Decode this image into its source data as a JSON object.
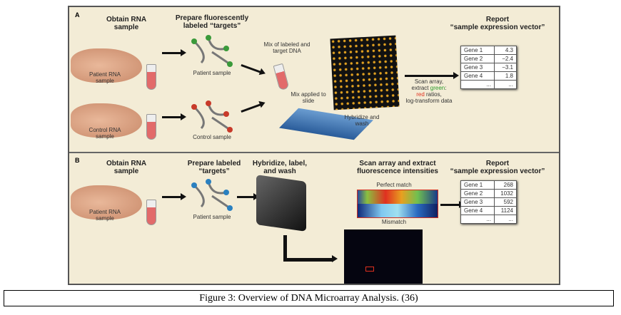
{
  "panel_a": {
    "label": "A",
    "obtain": "Obtain RNA sample",
    "prepare": "Prepare fluorescently labeled “targets”",
    "patient_rna": "Patient RNA sample",
    "control_rna": "Control RNA sample",
    "patient_sample": "Patient sample",
    "control_sample": "Control sample",
    "mix": "Mix of labeled and target DNA",
    "mix_applied": "Mix applied to slide",
    "hybridize": "Hybridize and wash",
    "scan_1": "Scan array,",
    "scan_2": "extract",
    "scan_green": "green",
    "scan_colon": ":",
    "scan_red": "red",
    "scan_3": "ratios,",
    "scan_4": "log-transform data",
    "report": "Report",
    "report_sub": "“sample expression vector”",
    "table": [
      [
        "Gene 1",
        "4.3"
      ],
      [
        "Gene 2",
        "−2.4"
      ],
      [
        "Gene 3",
        "−3.1"
      ],
      [
        "Gene 4",
        "1.8"
      ],
      [
        "...",
        "..."
      ]
    ]
  },
  "panel_b": {
    "label": "B",
    "obtain": "Obtain RNA sample",
    "prepare": "Prepare labeled “targets”",
    "hybridize": "Hybridize, label, and wash",
    "scan": "Scan array and extract fluorescence intensities",
    "perfect": "Perfect match",
    "mismatch": "Mismatch",
    "patient_rna": "Patient RNA sample",
    "patient_sample": "Patient sample",
    "report": "Report",
    "report_sub": "“sample expression vector”",
    "table": [
      [
        "Gene 1",
        "268"
      ],
      [
        "Gene 2",
        "1032"
      ],
      [
        "Gene 3",
        "592"
      ],
      [
        "Gene 4",
        "1124"
      ],
      [
        "...",
        "..."
      ]
    ]
  },
  "colors": {
    "green": "#2a9a2a",
    "red": "#e0301e",
    "background": "#f3ecd6"
  },
  "caption": "Figure 3: Overview of DNA Microarray Analysis. (36)"
}
